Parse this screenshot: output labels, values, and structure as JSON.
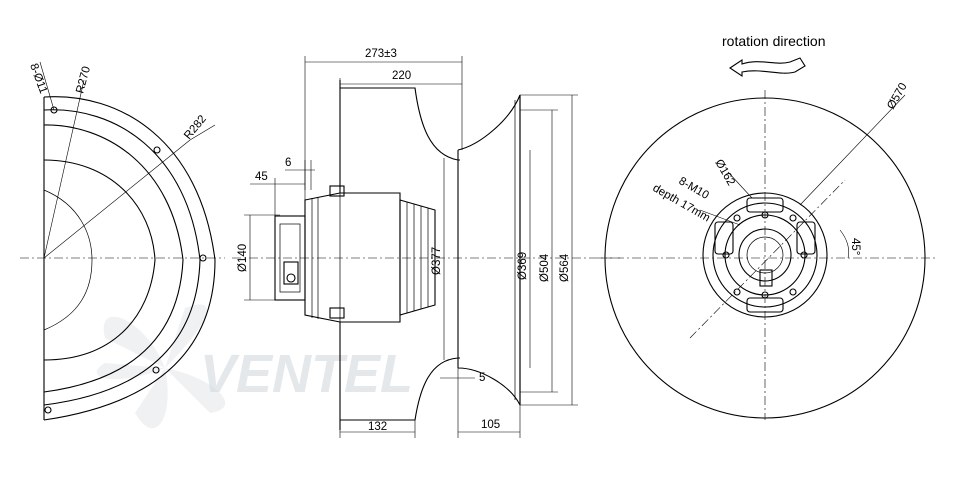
{
  "watermark": {
    "brand": "VENTEL"
  },
  "rear_view": {
    "labels": {
      "holes": "8-Ø11",
      "r_inner": "R270",
      "r_outer": "R282"
    }
  },
  "side_view": {
    "labels": {
      "overall_length": "273±3",
      "body_length": "220",
      "flange_thickness": "6",
      "hub_offset": "45",
      "hub_diameter": "Ø140",
      "motor_diameter": "Ø377",
      "inlet_diameter": "Ø369",
      "nozzle_diameter": "Ø504",
      "outer_diameter": "Ø564",
      "gap": "5",
      "base_width": "132",
      "nozzle_depth": "105"
    }
  },
  "front_view": {
    "title": "rotation direction",
    "labels": {
      "circle_diameter": "Ø570",
      "pitch_diameter": "Ø162",
      "threads": "8-M10",
      "thread_depth": "depth 17mm",
      "angle": "45°"
    }
  }
}
